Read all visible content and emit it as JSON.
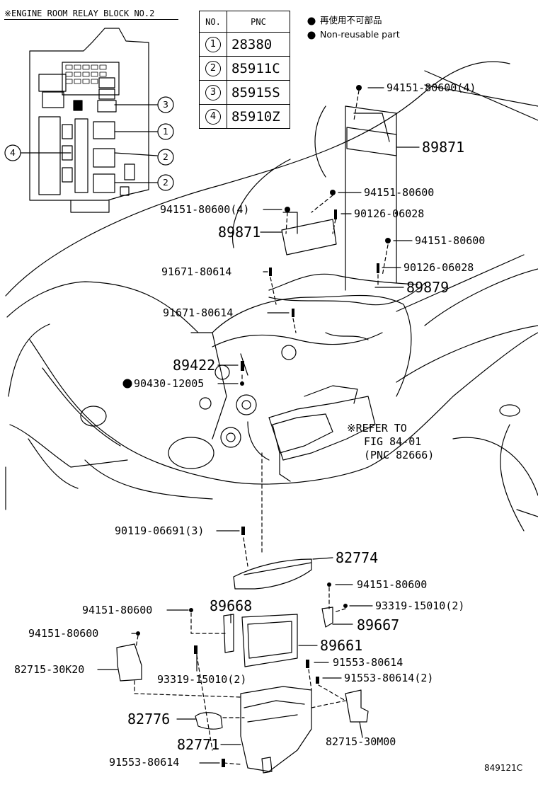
{
  "relay_block": {
    "title": "※ENGINE ROOM RELAY BLOCK NO.2",
    "callouts": [
      "1",
      "2",
      "2",
      "3",
      "4"
    ]
  },
  "pnc_table": {
    "headers": {
      "no": "NO.",
      "pnc": "PNC"
    },
    "rows": [
      {
        "no": "1",
        "pnc": "28380"
      },
      {
        "no": "2",
        "pnc": "85911C"
      },
      {
        "no": "3",
        "pnc": "85915S"
      },
      {
        "no": "4",
        "pnc": "85910Z"
      }
    ]
  },
  "legend": {
    "line1": "再使用不可部品",
    "line2": "Non-reusable part"
  },
  "part_labels": {
    "p01": "94151-80600(4)",
    "p02": "89871",
    "p03": "94151-80600",
    "p04": "94151-80600(4)",
    "p05": "90126-06028",
    "p06": "89871",
    "p07": "94151-80600",
    "p08": "91671-80614",
    "p09": "90126-06028",
    "p10": "89879",
    "p11": "91671-80614",
    "p12": "89422",
    "p13": "90430-12005",
    "p14": "※REFER TO",
    "p15": "FIG 84-01",
    "p16": "(PNC 82666)",
    "p17": "90119-06691(3)",
    "p18": "82774",
    "p19": "94151-80600",
    "p20": "89668",
    "p21": "94151-80600",
    "p22": "93319-15010(2)",
    "p23": "89667",
    "p24": "94151-80600",
    "p25": "89661",
    "p26": "82715-30K20",
    "p27": "91553-80614",
    "p28": "93319-15010(2)",
    "p29": "91553-80614(2)",
    "p30": "82776",
    "p31": "82771",
    "p32": "82715-30M00",
    "p33": "91553-80614"
  },
  "figure_code": "849121C",
  "colors": {
    "ink": "#000000",
    "background": "#ffffff"
  }
}
